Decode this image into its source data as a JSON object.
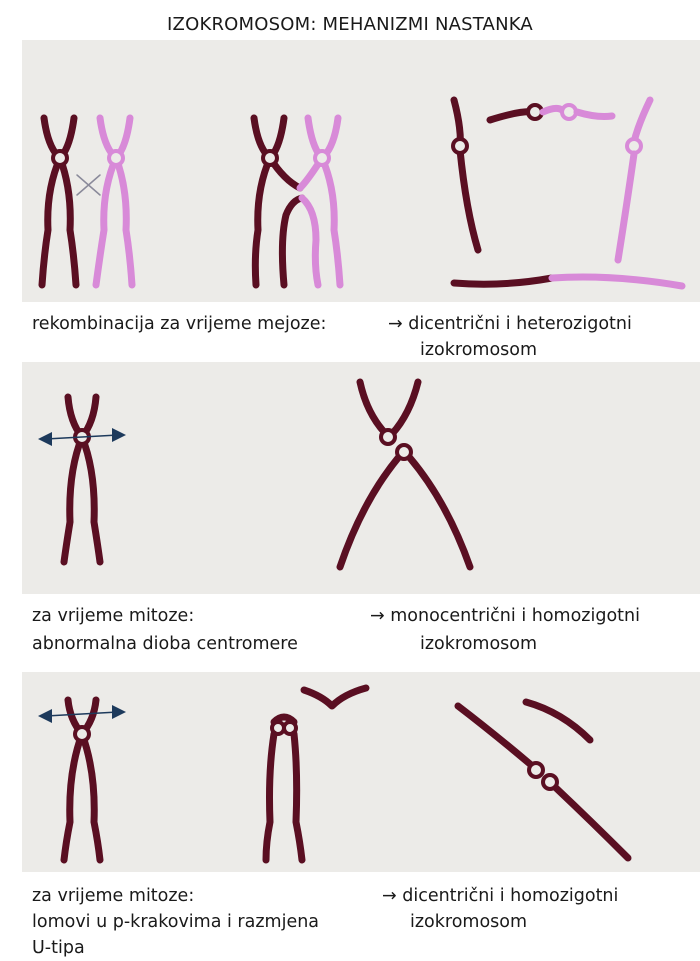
{
  "title": "IZOKROMOSOM: MEHANIZMI  NASTANKA",
  "colors": {
    "dark_chromosome": "#5a0f22",
    "pink_chromosome": "#d88ad8",
    "panel_background": "#ecebe8",
    "arrow": "#1d3a5c"
  },
  "sections": [
    {
      "label_lines": [
        "rekombinacija za vrijeme mejoze:"
      ],
      "result_lines": [
        "→ dicentrični i heterozigotni",
        "izokromosom"
      ]
    },
    {
      "label_lines": [
        "za vrijeme mitoze:",
        "abnormalna dioba centromere"
      ],
      "result_lines": [
        "→ monocentrični i homozigotni",
        "izokromosom"
      ]
    },
    {
      "label_lines": [
        "za vrijeme mitoze:",
        "lomovi u p-krakovima i razmjena",
        "U-tipa"
      ],
      "result_lines": [
        "→ dicentrični i homozigotni",
        "izokromosom"
      ]
    }
  ]
}
